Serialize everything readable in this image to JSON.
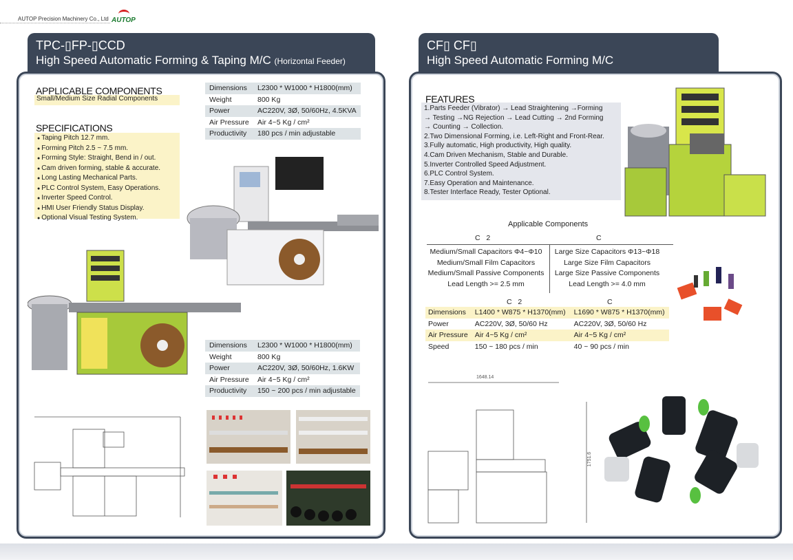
{
  "company": "AUTOP Precision Machinery Co., Ltd",
  "logo": "AUTOP",
  "left": {
    "title1": "TPC-▯FP-▯CCD",
    "title2": "High Speed Automatic Forming & Taping M/C",
    "title2_suffix": "(Horizontal Feeder)",
    "applicable_heading": "APPLICABLE COMPONENTS",
    "applicable_text": "Small/Medium Size Radial Components",
    "specs_heading": "SPECIFICATIONS",
    "specs": [
      "Taping Pitch 12.7 mm.",
      "Forming Pitch 2.5 ~ 7.5 mm.",
      "Forming Style: Straight, Bend in / out.",
      "Cam driven forming, stable & accurate.",
      "Long Lasting Mechanical Parts.",
      "PLC Control System, Easy Operations.",
      "Inverter Speed Control.",
      "HMI User Friendly Status Display.",
      "Optional Visual Testing System."
    ],
    "table1": [
      [
        "Dimensions",
        "L2300 * W1000 * H1800(mm)"
      ],
      [
        "Weight",
        "800 Kg"
      ],
      [
        "Power",
        "AC220V, 3Ø, 50/60Hz, 4.5KVA"
      ],
      [
        "Air Pressure",
        "Air 4~5 Kg / cm²"
      ],
      [
        "Productivity",
        "180 pcs / min adjustable"
      ]
    ],
    "table2": [
      [
        "Dimensions",
        "L2300 * W1000 * H1800(mm)"
      ],
      [
        "Weight",
        "800 Kg"
      ],
      [
        "Power",
        "AC220V, 3Ø, 50/60Hz, 1.6KW"
      ],
      [
        "Air Pressure",
        "Air 4~5 Kg / cm²"
      ],
      [
        "Productivity",
        "150 ~ 200 pcs / min adjustable"
      ]
    ]
  },
  "right": {
    "title1": "CF▯ CF▯",
    "title2": "High Speed Automatic Forming M/C",
    "features_heading": "FEATURES",
    "features": [
      "1.Parts Feeder (Vibrator) → Lead Straightening →Forming",
      "→ Testing →NG Rejection → Lead Cutting → 2nd Forming",
      "→ Counting → Collection.",
      "2.Two Dimensional Forming, i.e. Left-Right and Front-Rear.",
      "3.Fully automatic, High productivity, High quality.",
      "4.Cam Driven Mechanism, Stable and Durable.",
      "5.Inverter Controlled Speed Adjustment.",
      "6.PLC Control System.",
      "7.Easy Operation and Maintenance.",
      "8.Tester Interface Ready, Tester Optional."
    ],
    "ac_heading": "Applicable Components",
    "ac_col1_head": "C   2",
    "ac_col2_head": "C",
    "ac_col1": [
      "Medium/Small Capacitors Φ4~Φ10",
      "Medium/Small Film Capacitors",
      "Medium/Small Passive Components",
      "Lead Length >= 2.5 mm"
    ],
    "ac_col2": [
      "Large Size Capacitors Φ13~Φ18",
      "Large Size Film Capacitors",
      "Large Size Passive Components",
      "Lead Length >= 4.0 mm"
    ],
    "spec_head1": "C   2",
    "spec_head2": "C",
    "spec_table": [
      [
        "Dimensions",
        "L1400 * W875 * H1370(mm)",
        "L1690 * W875 * H1370(mm)"
      ],
      [
        "Power",
        "AC220V, 3Ø, 50/60 Hz",
        "AC220V, 3Ø, 50/60 Hz"
      ],
      [
        "Air Pressure",
        "Air 4~5 Kg / cm²",
        "Air 4~5 Kg / cm²"
      ],
      [
        "Speed",
        "150 ~ 180 pcs / min",
        "40 ~ 90 pcs / min"
      ]
    ],
    "dim_width": "1648.14",
    "dim_height": "1751.6"
  }
}
